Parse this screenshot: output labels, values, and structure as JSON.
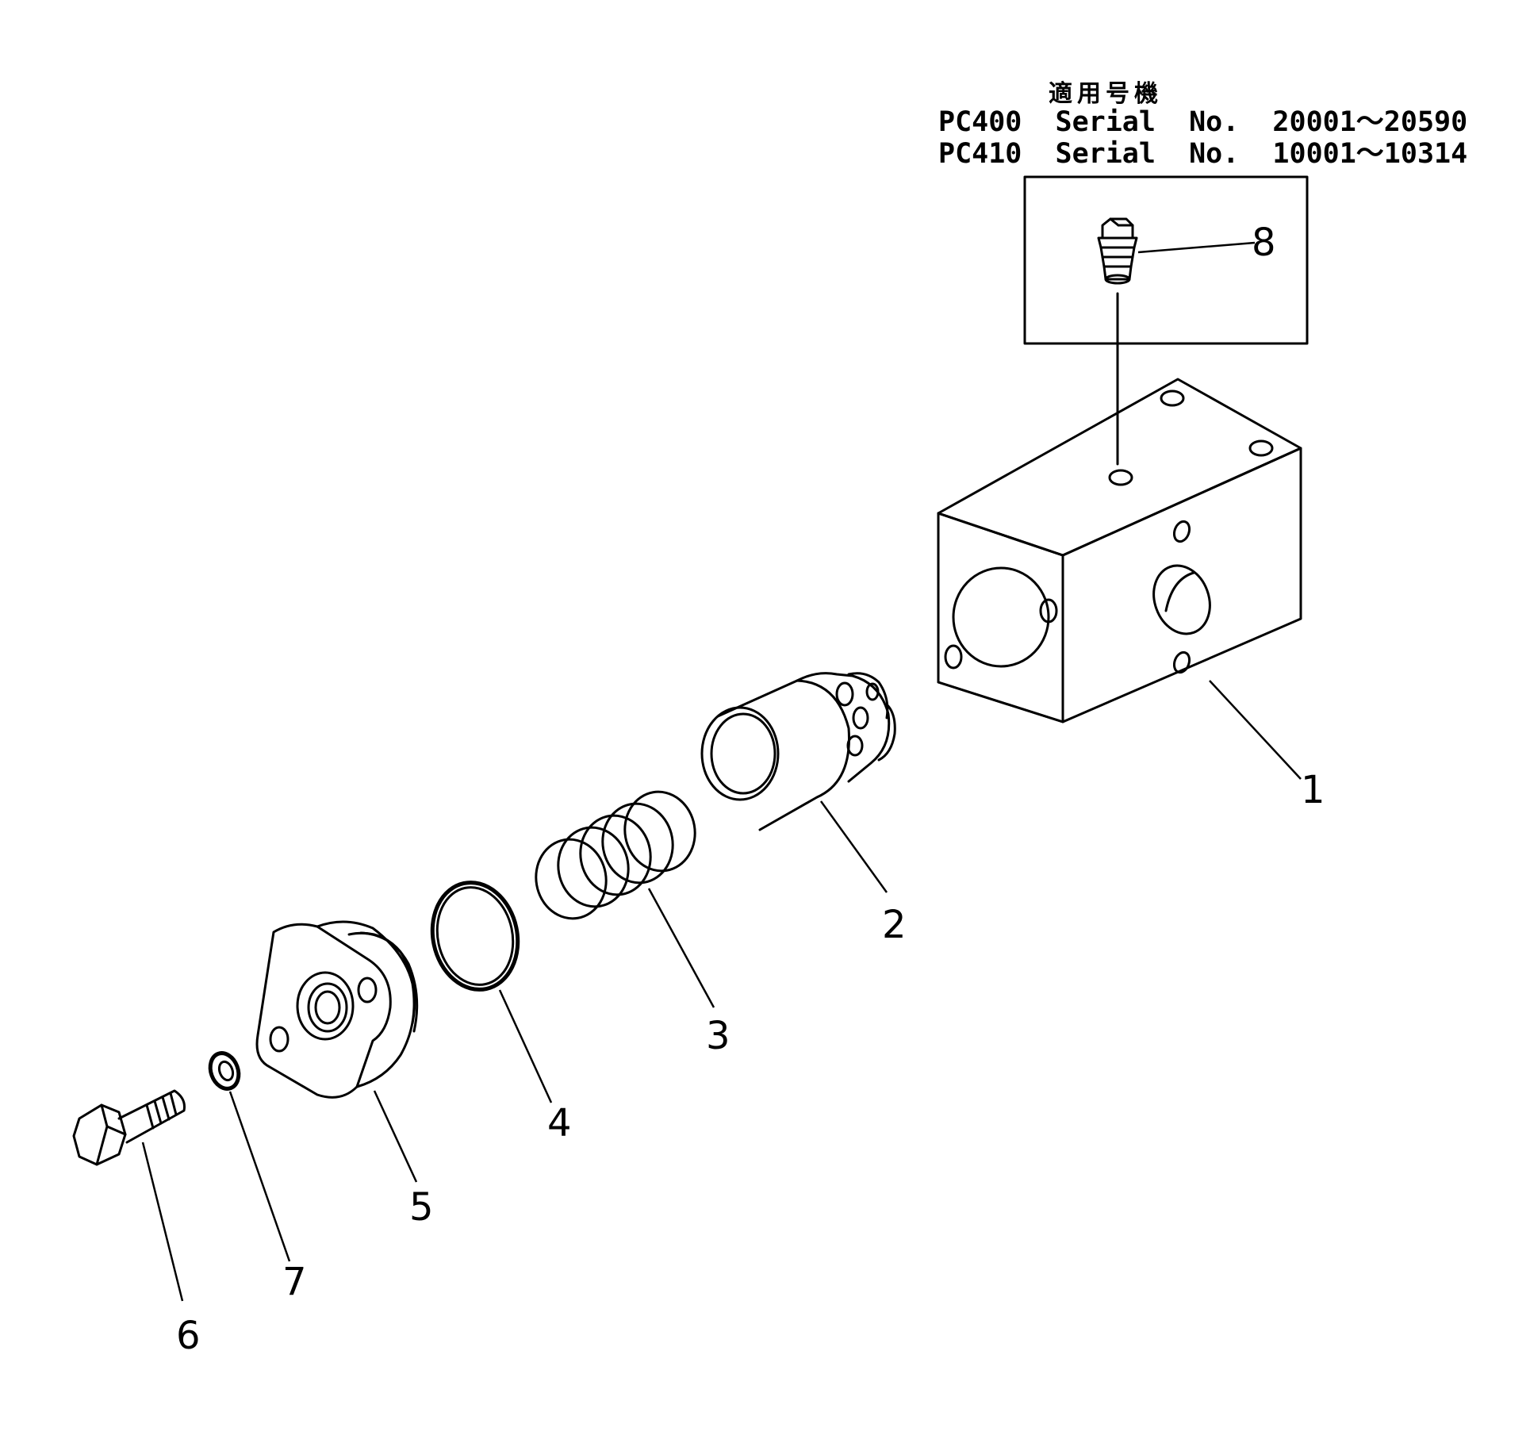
{
  "applicability": {
    "heading": "適用号機",
    "line1": "PC400  Serial  No.  20001～20590",
    "line2": "PC410  Serial  No.  10001～10314"
  },
  "callouts": {
    "c1": "1",
    "c2": "2",
    "c3": "3",
    "c4": "4",
    "c5": "5",
    "c6": "6",
    "c7": "7",
    "c8": "8"
  }
}
